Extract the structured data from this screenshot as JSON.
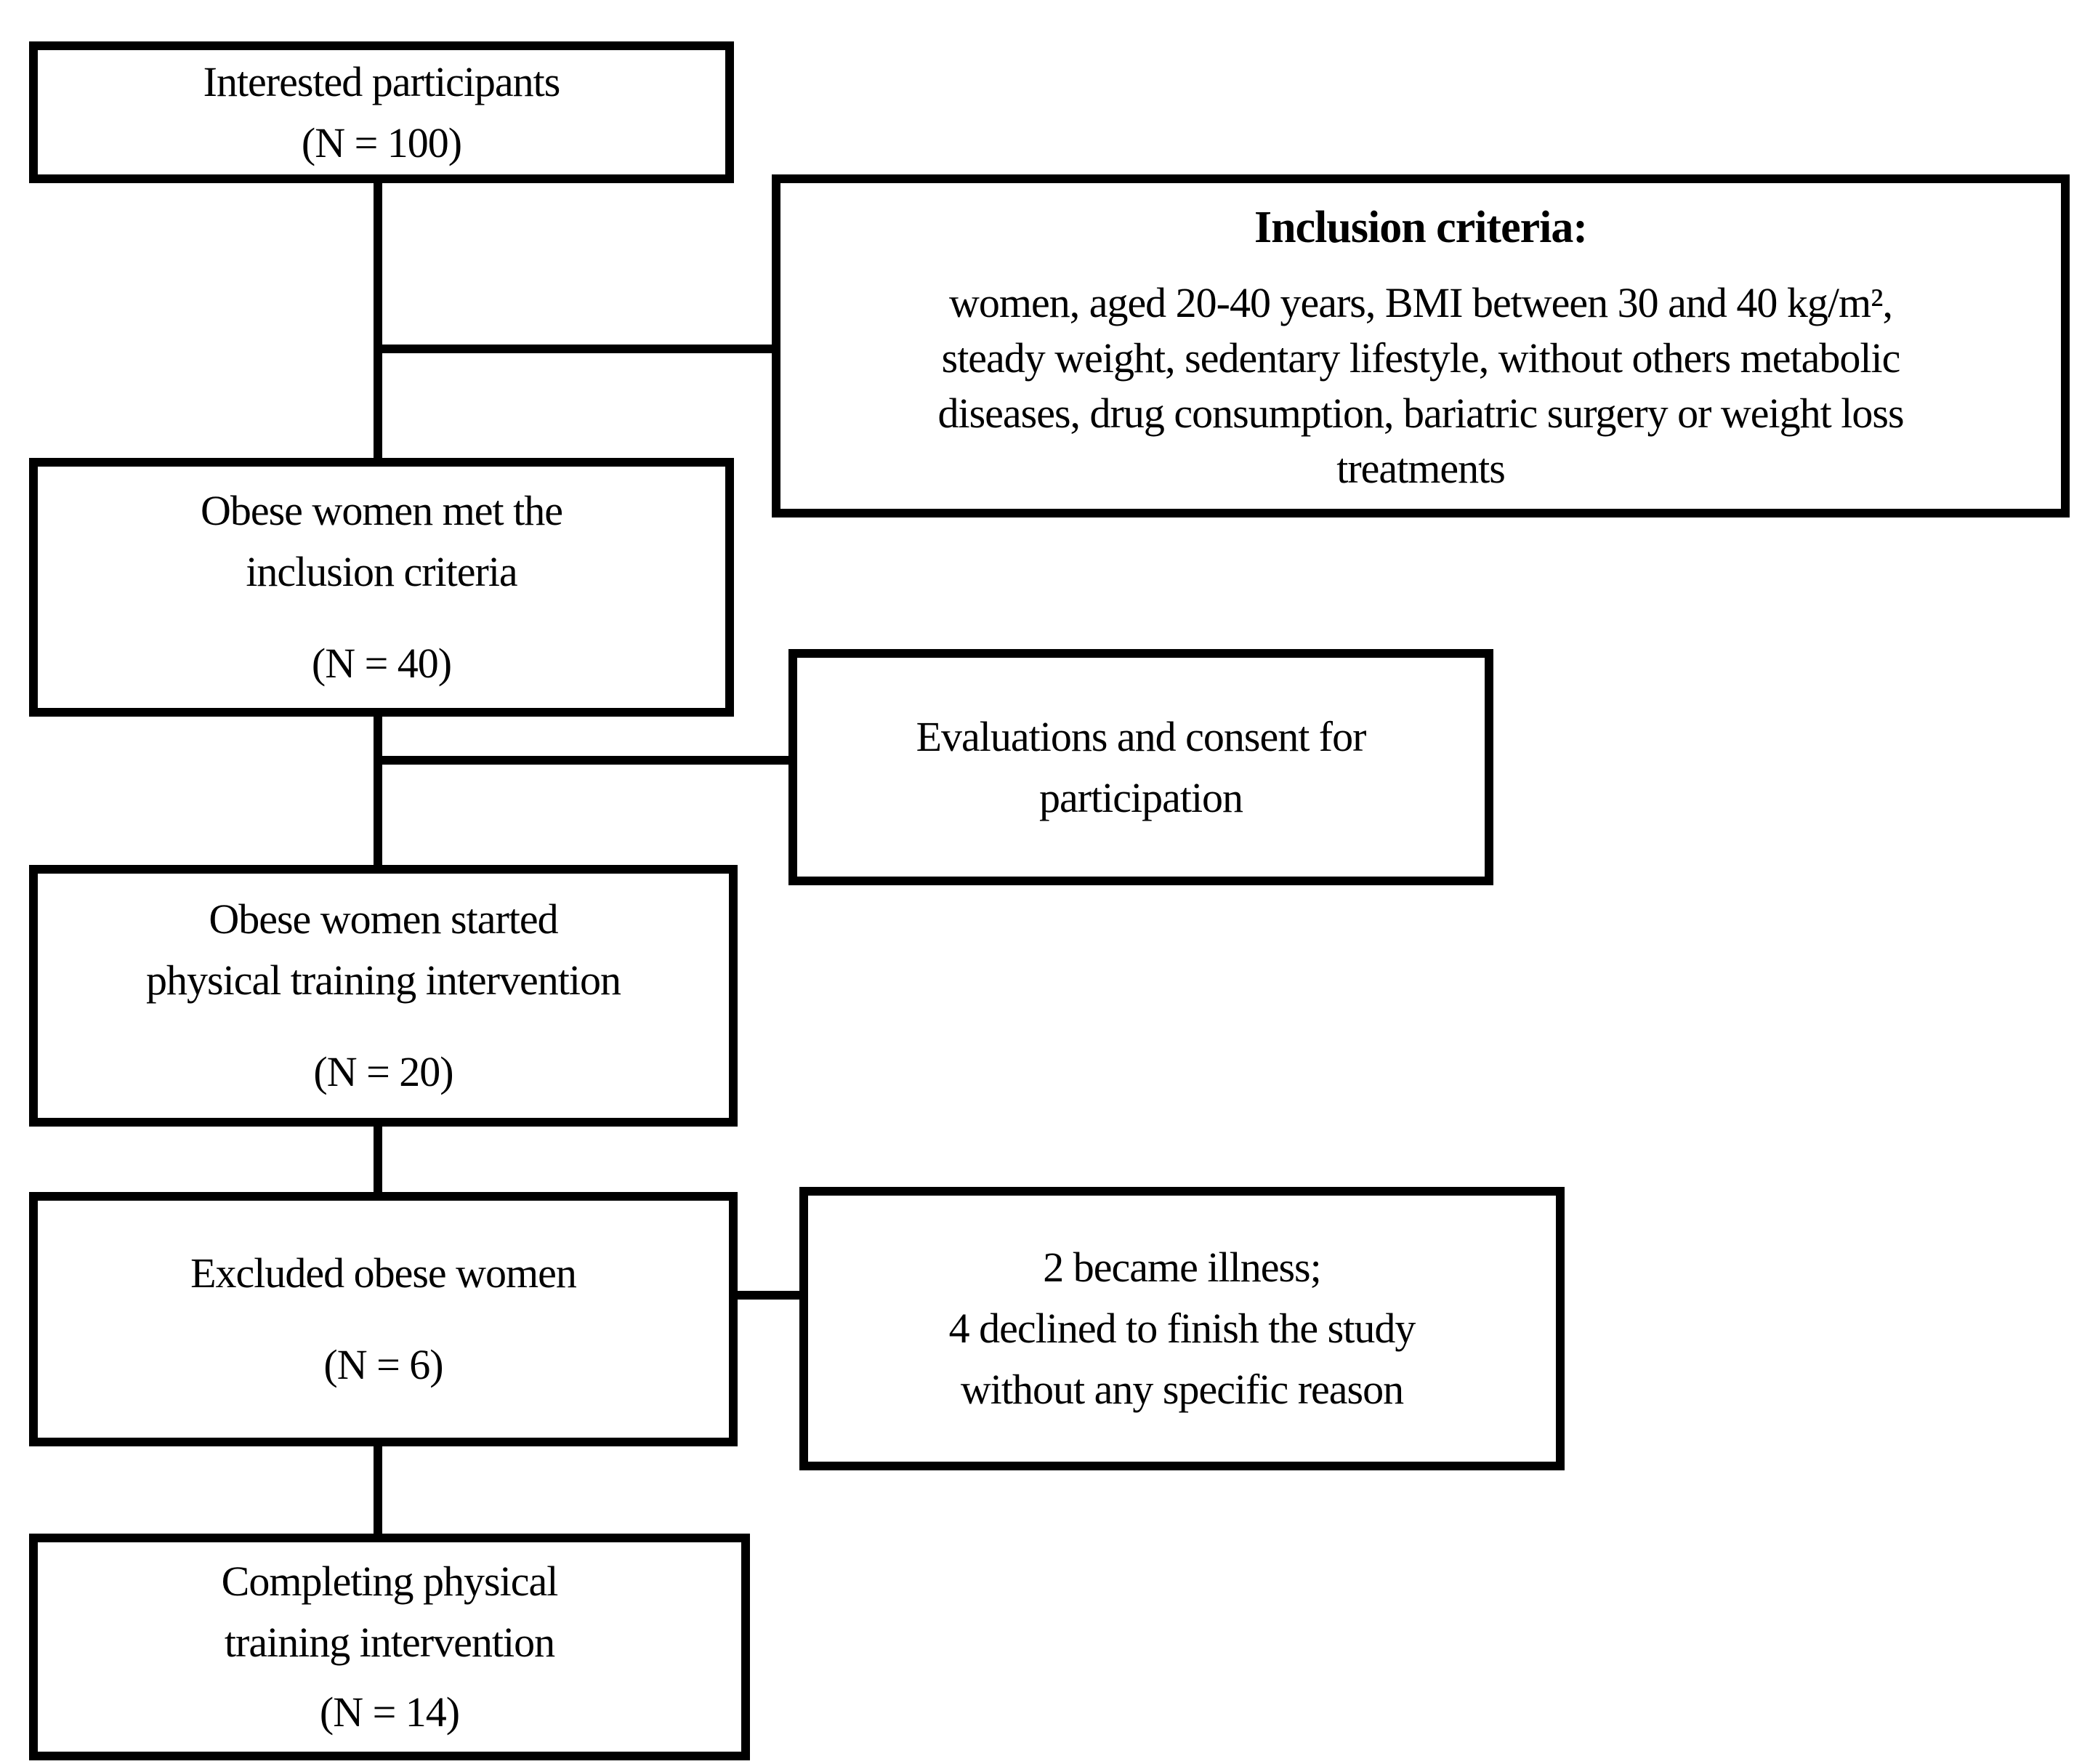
{
  "figure": {
    "background_color": "#ffffff",
    "line_color": "#000000",
    "type": "participant-flow-diagram"
  },
  "nodes": {
    "interested": {
      "lines": [
        "Interested participants"
      ],
      "n": "(N = 100)"
    },
    "inclusion": {
      "title": "Inclusion criteria:",
      "body_lines": [
        "women, aged 20-40 years, BMI between 30 and 40 kg/m²,",
        "steady weight, sedentary lifestyle, without others metabolic",
        "diseases, drug consumption, bariatric surgery or weight loss",
        "treatments"
      ]
    },
    "met_criteria": {
      "lines": [
        "Obese women met the",
        "inclusion criteria"
      ],
      "n": "(N = 40)"
    },
    "evaluations": {
      "lines": [
        "Evaluations and consent for",
        "participation"
      ]
    },
    "started": {
      "lines": [
        "Obese women started",
        "physical training intervention"
      ],
      "n": "(N = 20)"
    },
    "excluded": {
      "lines": [
        "Excluded obese women"
      ],
      "n": "(N = 6)"
    },
    "reasons": {
      "lines": [
        "2 became illness;",
        "4 declined to finish the study",
        "without any specific reason"
      ]
    },
    "completing": {
      "lines": [
        "Completing physical",
        "training intervention"
      ],
      "n": "(N = 14)"
    }
  }
}
